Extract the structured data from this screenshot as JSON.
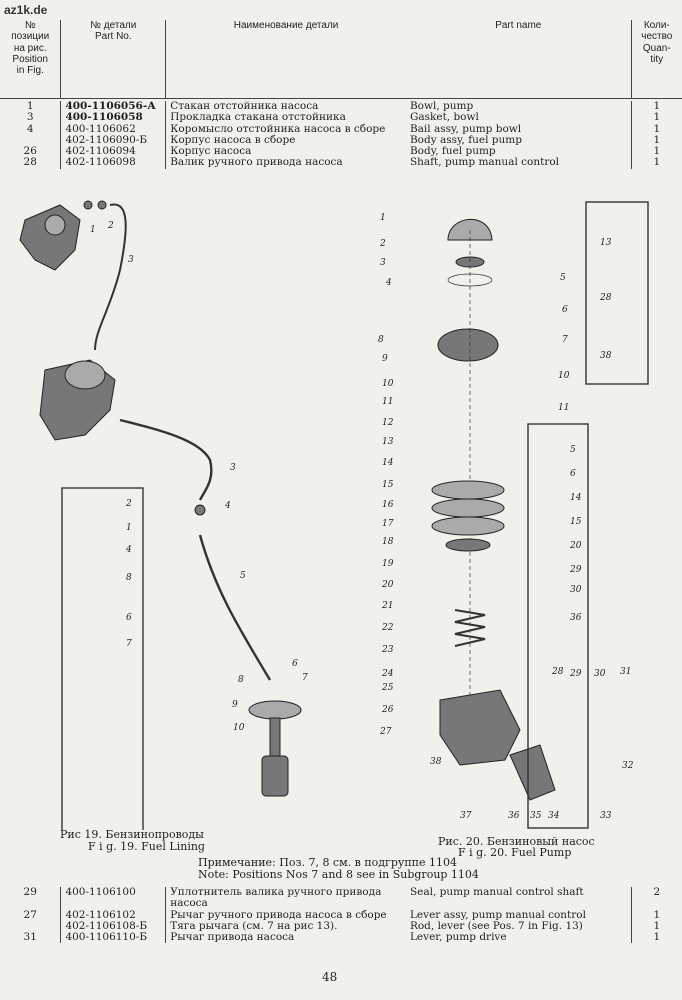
{
  "watermark": "az1k.de",
  "headers": {
    "position": "№\nпозиции\nна рис.\nPosition\nin Fig.",
    "part_no": "№ детали\nPart No.",
    "name_ru": "Наименование детали",
    "name_en": "Part name",
    "qty": "Коли-\nчество\nQuan-\ntity"
  },
  "rows_top": [
    {
      "pos": "1",
      "part": "400-1106056-А",
      "ru": "Стакан отстойника насоса",
      "en": "Bowl, pump",
      "qty": "1"
    },
    {
      "pos": "3",
      "part": "400-1106058",
      "ru": "Прокладка стакана отстойника",
      "en": "Gasket, bowl",
      "qty": "1"
    },
    {
      "pos": "4",
      "part": "400-1106062",
      "ru": "Коромысло отстойника насоса в сборе",
      "en": "Bail assy, pump bowl",
      "qty": "1"
    },
    {
      "pos": "",
      "part": "402-1106090-Б",
      "ru": "Корпус насоса в сборе",
      "en": "Body assy, fuel pump",
      "qty": "1"
    },
    {
      "pos": "26",
      "part": "402-1106094",
      "ru": "Корпус насоса",
      "en": "Body, fuel pump",
      "qty": "1"
    },
    {
      "pos": "28",
      "part": "402-1106098",
      "ru": "Валик ручного привода насоса",
      "en": "Shaft, pump manual control",
      "qty": "1"
    }
  ],
  "captions": {
    "fig19_ru": "Рис 19. Бензинопроводы",
    "fig19_en": "F i g. 19. Fuel Lining",
    "fig20_ru": "Рис. 20. Бензиновый насос",
    "fig20_en": "F i g. 20. Fuel Pump",
    "note_ru": "Примечание: Поз. 7, 8 см. в подгруппе 1104",
    "note_en": "Note: Positions Nos 7 and 8 see in Subgroup 1104"
  },
  "rows_bottom": [
    {
      "pos": "29",
      "part": "400-1106100",
      "ru": "Уплотнитель валика ручного привода",
      "en": "Seal, pump manual control shaft",
      "qty": "2"
    },
    {
      "pos": "",
      "part": "",
      "ru": "насоса",
      "en": "",
      "qty": ""
    },
    {
      "pos": "27",
      "part": "402-1106102",
      "ru": "Рычаг ручного привода насоса в сборе",
      "en": "Lever assy, pump manual control",
      "qty": "1"
    },
    {
      "pos": "",
      "part": "402-1106108-Б",
      "ru": "Тяга рычага (см. 7 на рис 13).",
      "en": "Rod, lever (see Pos. 7 in Fig. 13)",
      "qty": "1"
    },
    {
      "pos": "31",
      "part": "400-1106110-Б",
      "ru": "Рычаг привода насоса",
      "en": "Lever, pump drive",
      "qty": "1"
    }
  ],
  "page_number": "48",
  "fig19_numbers": [
    "1",
    "2",
    "3",
    "3",
    "4",
    "5",
    "6",
    "7",
    "8",
    "9",
    "10",
    "2",
    "1",
    "4",
    "8",
    "6",
    "7"
  ],
  "fig20_numbers": [
    "1",
    "2",
    "3",
    "4",
    "5",
    "6",
    "7",
    "8",
    "9",
    "10",
    "10",
    "11",
    "11",
    "12",
    "13",
    "14",
    "15",
    "16",
    "17",
    "18",
    "19",
    "20",
    "21",
    "22",
    "23",
    "24",
    "25",
    "26",
    "27",
    "28",
    "29",
    "30",
    "31",
    "32",
    "33",
    "34",
    "35",
    "36",
    "37",
    "38",
    "13",
    "28",
    "38",
    "5",
    "6",
    "14",
    "15",
    "20",
    "29",
    "30",
    "36"
  ]
}
